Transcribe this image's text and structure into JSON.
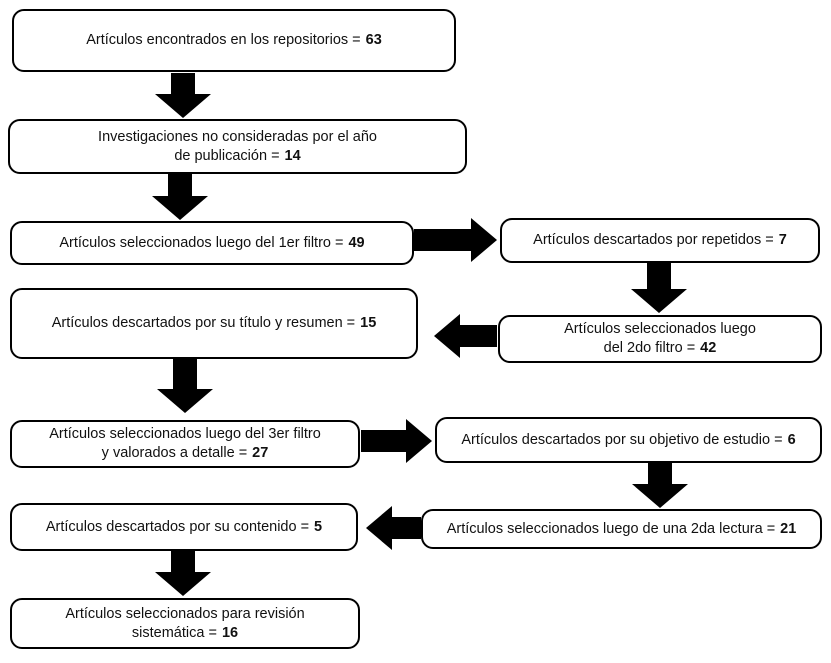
{
  "colors": {
    "box_border": "#000000",
    "box_fill": "#ffffff",
    "arrow": "#000000",
    "text": "#111111"
  },
  "boxes": [
    {
      "id": "articles-found",
      "line1": "Artículos encontrados en los repositorios =",
      "value": "63"
    },
    {
      "id": "excluded-by-year",
      "line1": "Investigaciones no consideradas por el año",
      "line2": "de publicación =",
      "value": "14"
    },
    {
      "id": "selected-1st-filter",
      "line1": "Artículos seleccionados luego del 1er filtro =",
      "value": "49"
    },
    {
      "id": "discarded-duplicates",
      "line1": "Artículos descartados por repetidos =",
      "value": "7"
    },
    {
      "id": "selected-2nd-filter",
      "line1": "Artículos seleccionados luego",
      "line2": "del 2do filtro =",
      "value": "42"
    },
    {
      "id": "discarded-title-abstract",
      "line1": "Artículos descartados por su título y resumen =",
      "value": "15"
    },
    {
      "id": "selected-3rd-filter",
      "line1": "Artículos seleccionados luego del 3er filtro",
      "line2": "y valorados a detalle =",
      "value": "27"
    },
    {
      "id": "discarded-study-objective",
      "line1": "Artículos descartados por su objetivo de estudio =",
      "value": "6"
    },
    {
      "id": "selected-2nd-reading",
      "line1": "Artículos seleccionados luego de una 2da lectura =",
      "value": "21"
    },
    {
      "id": "discarded-content",
      "line1": "Artículos descartados por su contenido =",
      "value": "5"
    },
    {
      "id": "final-selection",
      "line1": "Artículos seleccionados para revisión",
      "line2": "sistemática =",
      "value": "16"
    }
  ],
  "connections": [
    {
      "from": "articles-found",
      "to": "excluded-by-year",
      "direction": "down"
    },
    {
      "from": "excluded-by-year",
      "to": "selected-1st-filter",
      "direction": "down"
    },
    {
      "from": "selected-1st-filter",
      "to": "discarded-duplicates",
      "direction": "right"
    },
    {
      "from": "discarded-duplicates",
      "to": "selected-2nd-filter",
      "direction": "down"
    },
    {
      "from": "selected-2nd-filter",
      "to": "discarded-title-abstract",
      "direction": "left"
    },
    {
      "from": "discarded-title-abstract",
      "to": "selected-3rd-filter",
      "direction": "down"
    },
    {
      "from": "selected-3rd-filter",
      "to": "discarded-study-objective",
      "direction": "right"
    },
    {
      "from": "discarded-study-objective",
      "to": "selected-2nd-reading",
      "direction": "down"
    },
    {
      "from": "selected-2nd-reading",
      "to": "discarded-content",
      "direction": "left"
    },
    {
      "from": "discarded-content",
      "to": "final-selection",
      "direction": "down"
    }
  ]
}
